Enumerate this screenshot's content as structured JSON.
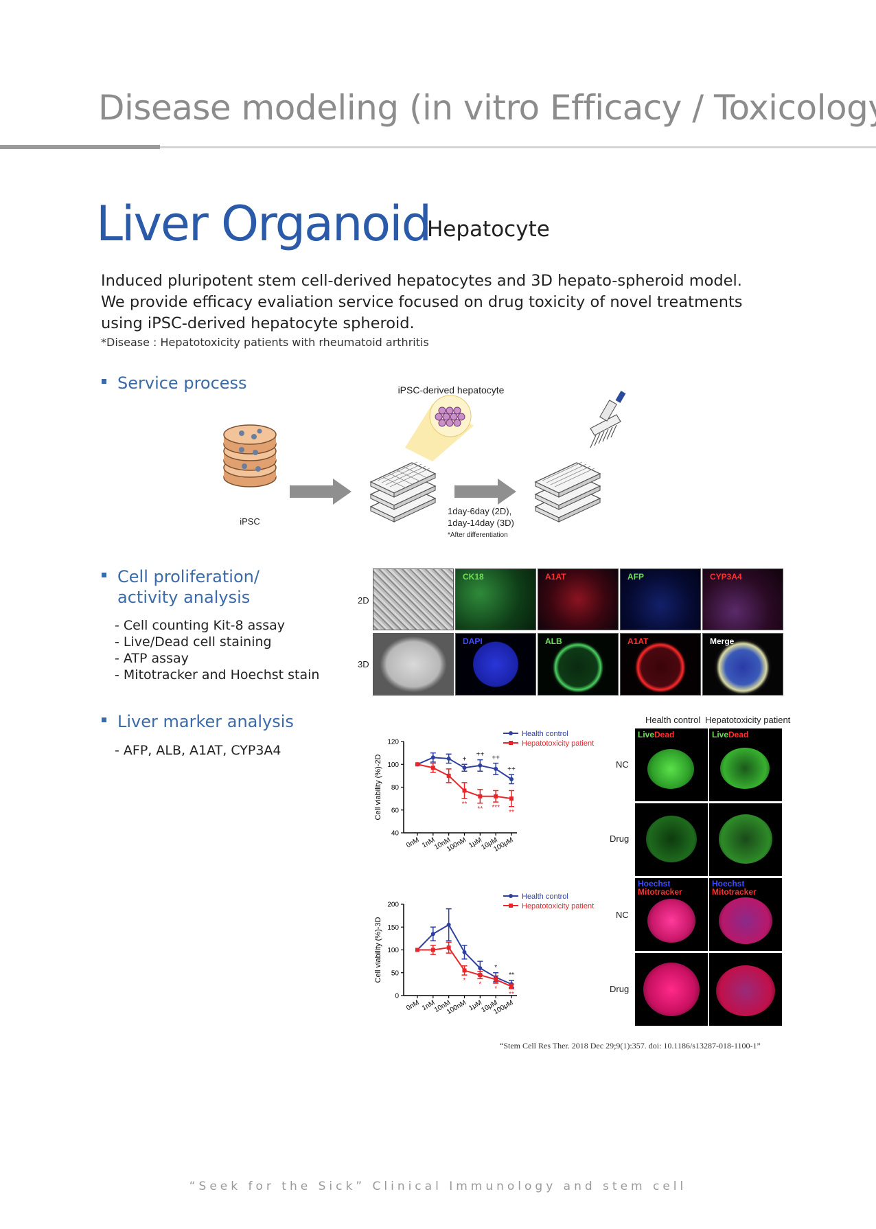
{
  "header": {
    "page_title": "Disease modeling (in vitro Efficacy / Toxicology)"
  },
  "title": {
    "main": "Liver Organoid",
    "sub": "Hepatocyte"
  },
  "intro": {
    "lines": [
      "Induced pluripotent stem cell-derived hepatocytes and 3D hepato-spheroid model.",
      "We provide efficacy evaliation service focused on drug toxicity of novel treatments",
      "using iPSC-derived hepatocyte spheroid."
    ],
    "note": "*Disease : Hepatotoxicity patients with rheumatoid arthritis"
  },
  "service_process": {
    "heading": "Service process",
    "ipsc_label": "iPSC",
    "hepatocyte_label": "iPSC-derived hepatocyte",
    "time_line1": "1day-6day (2D),",
    "time_line2": "1day-14day (3D)",
    "time_note": "*After differentiation"
  },
  "cell_proliferation": {
    "heading_line1": "Cell proliferation/",
    "heading_line2": "activity analysis",
    "items": [
      "- Cell counting Kit-8 assay",
      "- Live/Dead cell staining",
      "- ATP assay",
      "- Mitotracker and Hoechst stain"
    ],
    "row_2d": "2D",
    "row_3d": "3D",
    "labels_2d": [
      "CK18",
      "A1AT",
      "AFP",
      "CYP3A4"
    ],
    "labels_3d": [
      "DAPI",
      "ALB",
      "A1AT",
      "Merge"
    ],
    "label_colors_2d": [
      "#6fe05a",
      "#ff3030",
      "#6fe05a",
      "#ff3030"
    ],
    "label_colors_3d": [
      "#3c4cff",
      "#6fe05a",
      "#ff3030",
      "#ffffff"
    ]
  },
  "liver_marker": {
    "heading": "Liver marker analysis",
    "items": [
      "- AFP, ALB, A1AT, CYP3A4"
    ]
  },
  "micrographs": {
    "col_health": "Health control",
    "col_patient": "Hepatotoxicity patient",
    "live": "Live",
    "dead": "Dead",
    "hoechst": "Hoechst",
    "mitotracker": "Mitotracker",
    "nc": "NC",
    "drug": "Drug"
  },
  "chart_data": [
    {
      "type": "line",
      "ylabel": "Cell viability (%)-2D",
      "categories": [
        "0nM",
        "1nM",
        "10nM",
        "100nM",
        "1μM",
        "10μM",
        "100μM"
      ],
      "ylim": [
        40,
        120
      ],
      "yticks": [
        40,
        60,
        80,
        100,
        120
      ],
      "legend_position": "top-right",
      "series": [
        {
          "name": "Health control",
          "color": "#2e3f9e",
          "values": [
            100,
            106,
            105,
            97,
            99,
            96,
            87
          ],
          "errors": [
            0,
            4,
            4,
            3,
            5,
            5,
            4
          ],
          "marks": [
            "",
            "",
            "",
            "+",
            "++",
            "++",
            "++"
          ]
        },
        {
          "name": "Hepatotoxicity patient",
          "color": "#e8262a",
          "values": [
            100,
            97,
            90,
            77,
            72,
            72,
            70
          ],
          "errors": [
            0,
            4,
            6,
            7,
            6,
            5,
            7
          ],
          "marks": [
            "",
            "",
            "",
            "**",
            "**",
            "***",
            "**"
          ]
        }
      ]
    },
    {
      "type": "line",
      "ylabel": "Cell viability (%)-3D",
      "categories": [
        "0nM",
        "1nM",
        "10nM",
        "100nM",
        "1μM",
        "10μM",
        "100μM"
      ],
      "ylim": [
        0,
        200
      ],
      "yticks": [
        0,
        50,
        100,
        150,
        200
      ],
      "legend_position": "top-right",
      "series": [
        {
          "name": "Health control",
          "color": "#2e3f9e",
          "values": [
            100,
            135,
            155,
            95,
            60,
            40,
            25
          ],
          "errors": [
            0,
            15,
            35,
            15,
            15,
            10,
            8
          ],
          "marks": [
            "",
            "",
            "",
            "",
            "",
            "*",
            "**"
          ]
        },
        {
          "name": "Hepatotoxicity patient",
          "color": "#e8262a",
          "values": [
            100,
            100,
            105,
            55,
            45,
            35,
            20
          ],
          "errors": [
            0,
            10,
            12,
            10,
            8,
            8,
            5
          ],
          "marks": [
            "",
            "",
            "",
            "*",
            "*",
            "*",
            "**"
          ]
        }
      ]
    }
  ],
  "citation": "“Stem Cell Res Ther. 2018 Dec 29;9(1):357. doi: 10.1186/s13287-018-1100-1”",
  "footer": "“Seek for the Sick” Clinical Immunology and stem cell"
}
